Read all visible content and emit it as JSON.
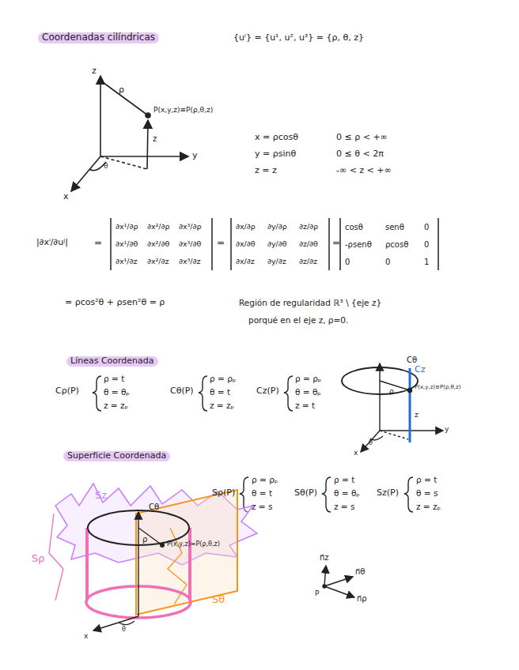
{
  "diagram": {
    "title": "Coordenadas cilíndricas",
    "labels": [
      "{uⁱ} = {u¹, u², u³} = {ρ, θ, z}",
      "z",
      "ρ",
      "P(x,y,z)≡P(ρ,θ,z)",
      "z",
      "y",
      "x",
      "θ",
      "x = ρcosθ",
      "y = ρsinθ",
      "z = z",
      "0 ≤ ρ < +∞",
      "0 ≤ θ < 2π",
      "-∞ < z < +∞",
      "|∂xⁱ/∂uʲ|",
      "=",
      "∂x¹/∂ρ",
      "∂x²/∂ρ",
      "∂x³/∂ρ",
      "∂x¹/∂θ",
      "∂x²/∂θ",
      "∂x³/∂θ",
      "∂x¹/∂z",
      "∂x²/∂z",
      "∂x³/∂z",
      "=",
      "∂x/∂ρ",
      "∂y/∂ρ",
      "∂z/∂ρ",
      "∂x/∂θ",
      "∂y/∂θ",
      "∂z/∂θ",
      "∂x/∂z",
      "∂y/∂z",
      "∂z/∂z",
      "=",
      "cosθ",
      "senθ",
      "0",
      "-ρsenθ",
      "ρcosθ",
      "0",
      "0",
      "0",
      "1",
      "= ρcos²θ + ρsen²θ = ρ",
      "Región de regularidad ℝ³ \\ {eje z}",
      "porqué en el eje z, ρ=0.",
      "Líneas Coordenada",
      "Cρ(P)",
      "ρ = t",
      "θ = θₚ",
      "z = zₚ",
      "Cθ(P)",
      "ρ = ρₚ",
      "θ = t",
      "z = zₚ",
      "Cz(P)",
      "ρ = ρₚ",
      "θ = θₚ",
      "z = t",
      "Cθ",
      "Cz",
      "ρ",
      "P(x,y,z)≡P(ρ,θ,z)",
      "z",
      "y",
      "x",
      "θ",
      "Superficie Coordenada",
      "Sρ(P)",
      "ρ = ρₚ",
      "θ = t",
      "z = s",
      "Sθ(P)",
      "ρ = t",
      "θ = θₚ",
      "z = s",
      "Sz(P)",
      "ρ = t",
      "θ = s",
      "z = zₚ",
      "Sz",
      "Cθ",
      "ρ",
      "P(x,y,z)≡P(ρ,θ,z)",
      "Sρ",
      "Sθ",
      "x",
      "θ",
      "n⃗z",
      "n⃗θ",
      "n⃗ρ",
      "P"
    ]
  }
}
